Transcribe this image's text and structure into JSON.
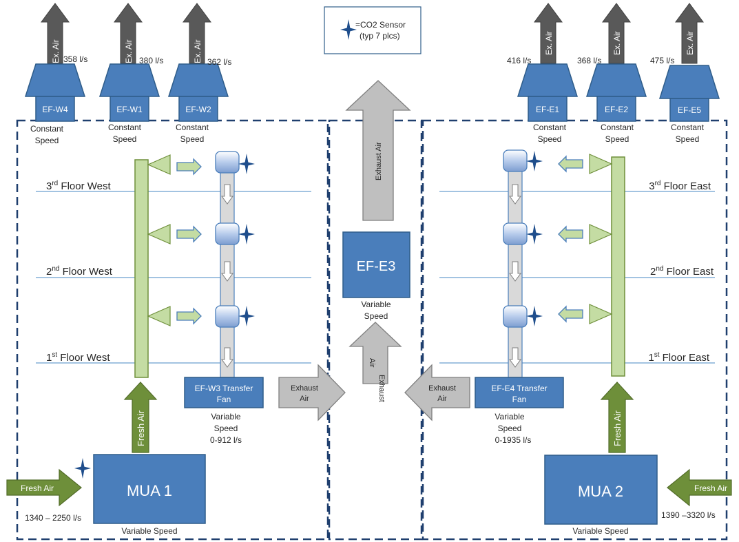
{
  "legend": {
    "line1": "=CO2 Sensor",
    "line2": "(typ 7 plcs)"
  },
  "top_fans": [
    {
      "id": "EF-W4",
      "flow": "358 l/s",
      "arrow": "Ex. Air",
      "note1": "Constant",
      "note2": "Speed"
    },
    {
      "id": "EF-W1",
      "flow": "380 l/s",
      "arrow": "Ex. Air",
      "note1": "Constant",
      "note2": "Speed"
    },
    {
      "id": "EF-W2",
      "flow": "362 l/s",
      "arrow": "Ex. Air",
      "note1": "Constant",
      "note2": "Speed"
    },
    {
      "id": "EF-E1",
      "flow": "416 l/s",
      "arrow": "Ex. Air",
      "note1": "Constant",
      "note2": "Speed"
    },
    {
      "id": "EF-E2",
      "flow": "368 l/s",
      "arrow": "Ex. Air",
      "note1": "Constant",
      "note2": "Speed"
    },
    {
      "id": "EF-E5",
      "flow": "475 l/s",
      "arrow": "Ex. Air",
      "note1": "Constant",
      "note2": "Speed"
    }
  ],
  "floors_west": [
    {
      "ord": "3",
      "sup": "rd",
      "rest": " Floor West"
    },
    {
      "ord": "2",
      "sup": "nd",
      "rest": " Floor West"
    },
    {
      "ord": "1",
      "sup": "st",
      "rest": " Floor West"
    }
  ],
  "floors_east": [
    {
      "ord": "3",
      "sup": "rd",
      "rest": " Floor East"
    },
    {
      "ord": "2",
      "sup": "nd",
      "rest": " Floor East"
    },
    {
      "ord": "1",
      "sup": "st",
      "rest": " Floor East"
    }
  ],
  "center": {
    "top_arrow": "Exhaust Air",
    "fan": "EF-E3",
    "note1": "Variable",
    "note2": "Speed",
    "up_arrow1": "Exhaust",
    "up_arrow2": "Air"
  },
  "west": {
    "transfer_fan1": "EF-W3 Transfer",
    "transfer_fan2": "Fan",
    "tf_note1": "Variable",
    "tf_note2": "Speed",
    "tf_flow": "0-912 l/s",
    "exhaust1": "Exhaust",
    "exhaust2": "Air",
    "fresh_up": "Fresh Air",
    "mua": "MUA 1",
    "mua_note": "Variable Speed",
    "fresh_in": "Fresh Air",
    "fresh_flow": "1340 – 2250  l/s"
  },
  "east": {
    "transfer_fan1": "EF-E4 Transfer",
    "transfer_fan2": "Fan",
    "tf_note1": "Variable",
    "tf_note2": "Speed",
    "tf_flow": "0-1935 l/s",
    "exhaust1": "Exhaust",
    "exhaust2": "Air",
    "fresh_up": "Fresh Air",
    "mua": "MUA 2",
    "mua_note": "Variable Speed",
    "fresh_in": "Fresh Air",
    "fresh_flow": "1390 –3320  l/s"
  },
  "colors": {
    "fan_blue": "#4a7ebb",
    "fan_stroke": "#2f5d8a",
    "grey_arrow": "#bfbfbf",
    "dark_arrow": "#595959",
    "green_arrow": "#6e8f3a",
    "light_green": "#c4dca3",
    "boundary": "#1f3f6e",
    "floor_line": "#6a9fcf"
  }
}
